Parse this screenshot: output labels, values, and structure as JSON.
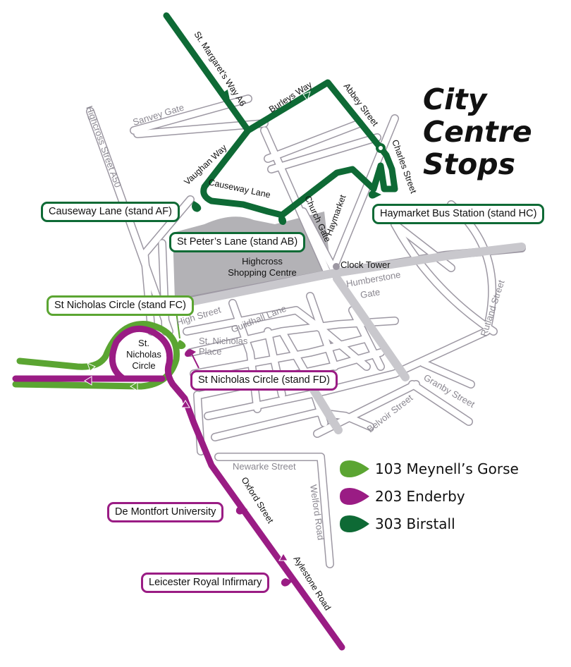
{
  "title": {
    "line1": "City",
    "line2": "Centre",
    "line3": "Stops"
  },
  "colors": {
    "route_103": "#5ba532",
    "route_203": "#9a1c84",
    "route_303": "#0e6a35",
    "road": "#9d98a3",
    "shopping_centre": "#b3b2b6"
  },
  "legend": [
    {
      "route": "103",
      "label": "103 Meynell’s Gorse",
      "color": "#5ba532"
    },
    {
      "route": "203",
      "label": "203 Enderby",
      "color": "#9a1c84"
    },
    {
      "route": "303",
      "label": "303 Birstall",
      "color": "#0e6a35"
    }
  ],
  "stops": {
    "causeway_lane": {
      "label": "Causeway Lane (stand AF)",
      "route": "303"
    },
    "st_peters_lane": {
      "label": "St Peter’s Lane (stand AB)",
      "route": "303"
    },
    "haymarket_bus_station": {
      "label": "Haymarket Bus Station (stand HC)",
      "route": "303"
    },
    "st_nicholas_fc": {
      "label": "St Nicholas Circle (stand FC)",
      "route": "103"
    },
    "st_nicholas_fd": {
      "label": "St Nicholas Circle (stand FD)",
      "route": "203"
    },
    "de_montfort": {
      "label": "De Montfort University",
      "route": "203"
    },
    "royal_infirmary": {
      "label": "Leicester Royal Infirmary",
      "route": "203"
    }
  },
  "streets": {
    "highcross_street": "Highcross Street A50",
    "sanvey_gate": "Sanvey Gate",
    "st_margarets_way": "St. Margaret’s Way A6",
    "burleys_way": "Burleys Way",
    "abbey_street": "Abbey Street",
    "charles_street": "Charles Street",
    "vaughan_way": "Vaughan Way",
    "causeway_lane": "Causeway Lane",
    "church_gate": "Church Gate",
    "haymarket": "Haymarket",
    "humberstone_gate": "Humberstone",
    "humberstone_gate2": "Gate",
    "high_street": "High Street",
    "guildhall_lane": "Guildhall Lane",
    "st_nicholas_place": "St. Nicholas",
    "st_nicholas_place2": "Place",
    "rutland_street": "Rutland Street",
    "granby_street": "Granby Street",
    "belvoir_street": "Belvoir Street",
    "newarke_street": "Newarke Street",
    "welford_road": "Welford Road",
    "oxford_street": "Oxford Street",
    "aylestone_road": "Aylestone Road"
  },
  "landmarks": {
    "highcross_line1": "Highcross",
    "highcross_line2": "Shopping Centre",
    "clock_tower": "Clock Tower",
    "st_nicholas_circle1": "St.",
    "st_nicholas_circle2": "Nicholas",
    "st_nicholas_circle3": "Circle"
  }
}
